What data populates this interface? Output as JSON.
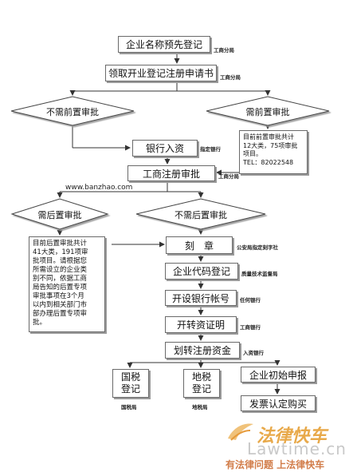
{
  "steps": {
    "name_reg": "企业名称预先登记",
    "get_forms": "领取开业登记注册申请书",
    "no_pre_approval": "不需前置审批",
    "need_pre_approval": "需前置审批",
    "bank_deposit": "银行入资",
    "ic_approval": "工商注册审批",
    "need_post_approval": "需后置审批",
    "no_post_approval": "不需后置审批",
    "seal": "刻　章",
    "org_code": "企业代码登记",
    "bank_account": "开设银行帐号",
    "capital_cert": "开转资证明",
    "capital_transfer": "划转注册资金",
    "national_tax": "国税\n登记",
    "local_tax": "地税\n登记",
    "initial_filing": "企业初始申报",
    "invoice_purchase": "发票认定购买"
  },
  "tags": {
    "name_reg": "工商分局",
    "get_forms": "工商分局",
    "bank_deposit": "指定银行",
    "ic_approval": "工商分局",
    "seal": "公安局指定刻字社",
    "org_code": "质量技术监督局",
    "bank_account": "任何银行",
    "capital_cert": "工商银行",
    "capital_transfer": "入资银行",
    "national_tax": "国税局",
    "local_tax": "地税局"
  },
  "notes": {
    "pre_approval": "目前前置审批共计\n12大类，75项审批\n项目。\nTEL：82022548",
    "post_approval": "目前后置审批共计\n41大类，191项审\n批项目。请根据您\n所需设立的企业类\n别不同，依据工商\n局告知的后置专项\n审批事项在3个月\n以内到相关部门市\n部办理后置专项审\n批。"
  },
  "site_url": "www.banzhao.com",
  "watermark": {
    "brand": "法律快车",
    "url": "Lawtime.cn",
    "slogan": "有法律问题 上法律快车"
  }
}
